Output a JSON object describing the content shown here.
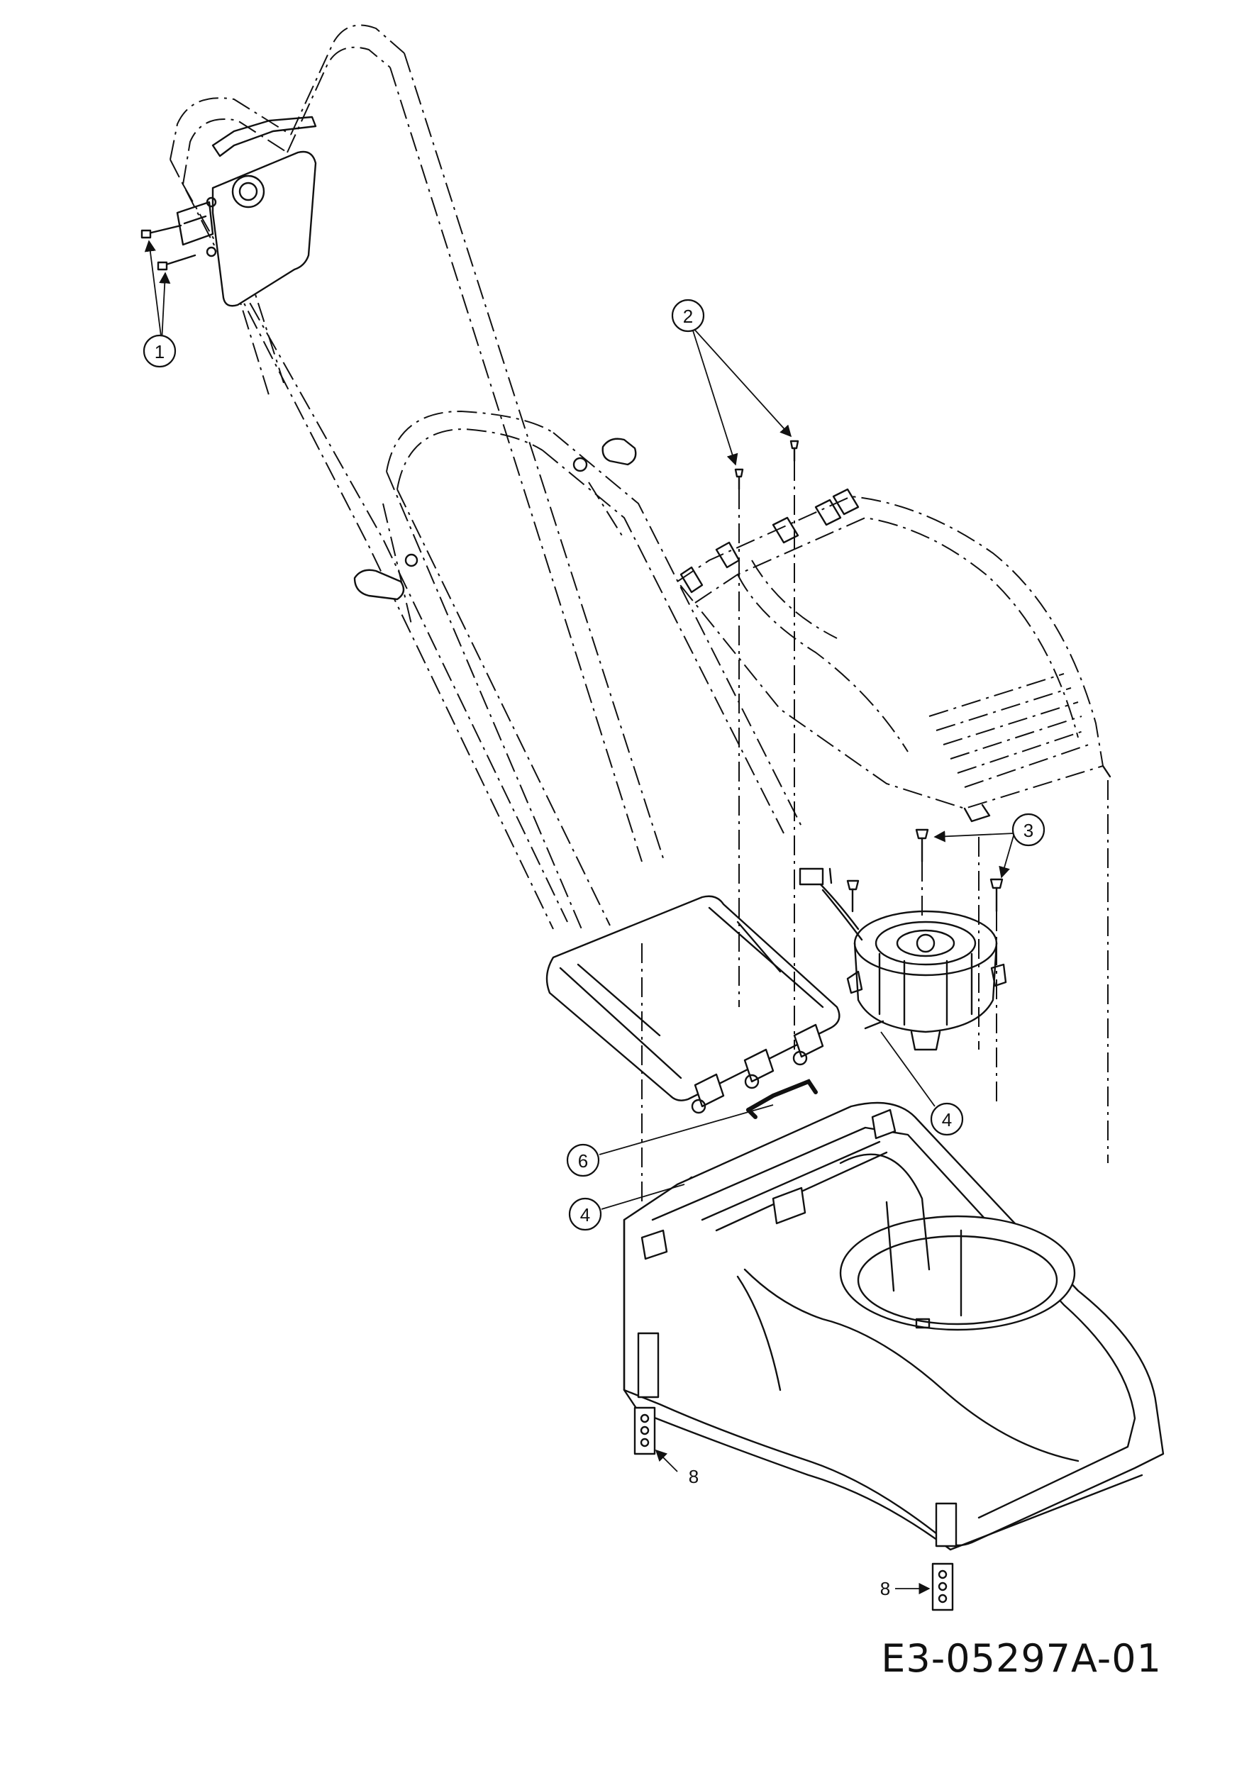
{
  "callouts": [
    {
      "id": "1",
      "label": "1"
    },
    {
      "id": "2",
      "label": "2"
    },
    {
      "id": "3",
      "label": "3"
    },
    {
      "id": "4a",
      "label": "4"
    },
    {
      "id": "4b",
      "label": "4"
    },
    {
      "id": "6",
      "label": "6"
    },
    {
      "id": "8a",
      "label": "8"
    },
    {
      "id": "8b",
      "label": "8"
    }
  ],
  "drawing_code": "E3-05297A-01"
}
